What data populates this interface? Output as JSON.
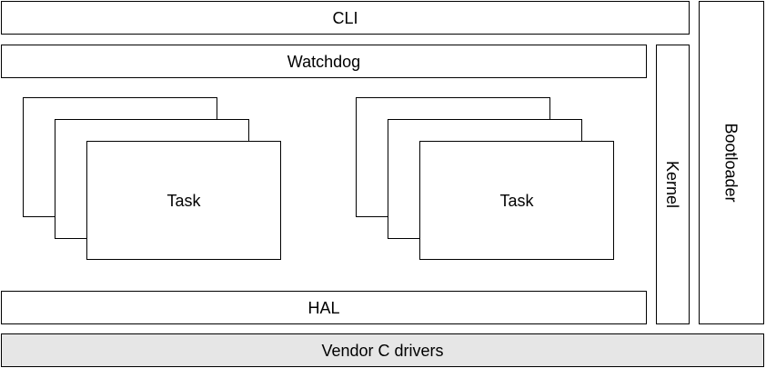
{
  "layers": {
    "cli": "CLI",
    "watchdog": "Watchdog",
    "hal": "HAL",
    "vendor_drivers": "Vendor C drivers",
    "kernel": "Kernel",
    "bootloader": "Bootloader"
  },
  "task_groups": [
    {
      "label": "Task"
    },
    {
      "label": "Task"
    }
  ],
  "colors": {
    "border": "#000000",
    "box_fill": "#ffffff",
    "vendor_fill": "#e6e6e6"
  }
}
